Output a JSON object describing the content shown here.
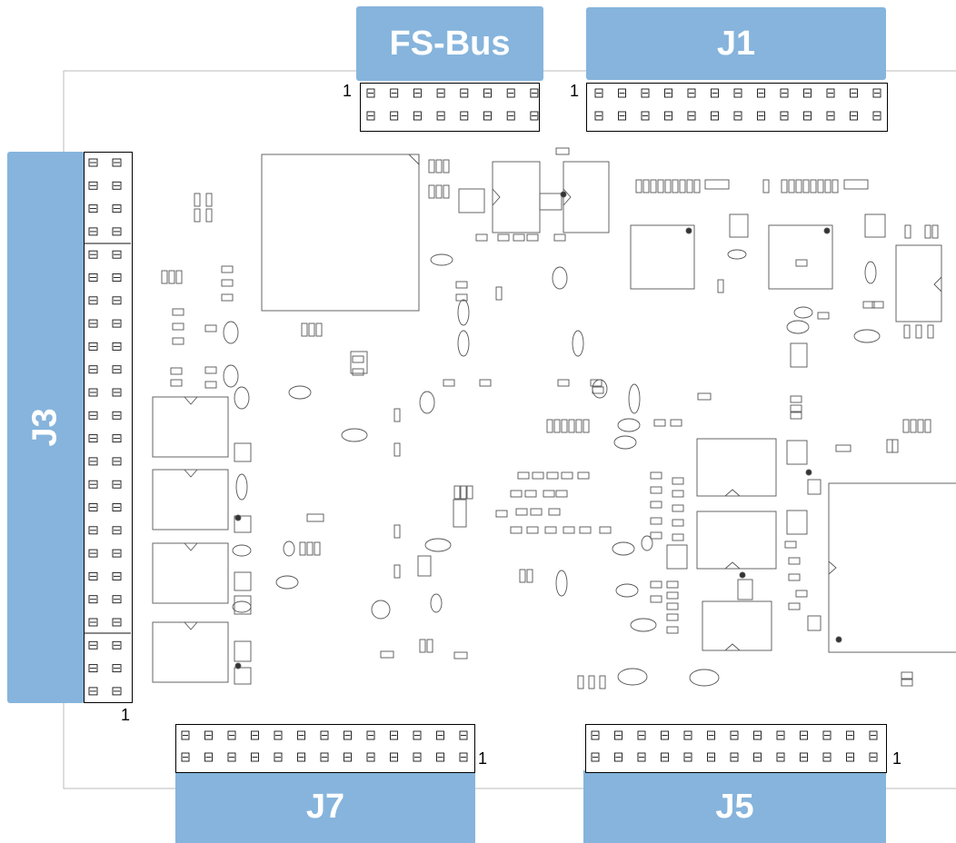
{
  "connectors": {
    "fsbus": {
      "label": "FS-Bus",
      "pin1": "1"
    },
    "j1": {
      "label": "J1",
      "pin1": "1"
    },
    "j3": {
      "label": "J3",
      "pin1": "1"
    },
    "j7": {
      "label": "J7",
      "pin1": "1"
    },
    "j5": {
      "label": "J5",
      "pin1": "1"
    }
  },
  "colors": {
    "tab": "#86b4dc",
    "outline": "#555555",
    "board": "#bbbbbb"
  }
}
